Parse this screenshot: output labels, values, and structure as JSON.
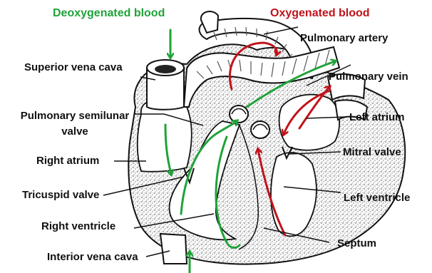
{
  "legend": {
    "deoxygenated": "Deoxygenated blood",
    "oxygenated": "Oxygenated blood"
  },
  "labels": {
    "superior_vena_cava": "Superior vena cava",
    "pulmonary_artery": "Pulmonary artery",
    "pulmonary_vein": "Pulmonary vein",
    "pulmonary_semilunar_valve": "Pulmonary semilunar valve",
    "left_atrium": "Left atrium",
    "right_atrium": "Right atrium",
    "mitral_valve": "Mitral valve",
    "tricuspid_valve": "Tricuspid valve",
    "left_ventricle": "Left ventricle",
    "right_ventricle": "Right ventricle",
    "septum": "Septum",
    "inferior_vena_cava": "Interior vena cava"
  },
  "colors": {
    "deoxygenated": "#1fa33a",
    "oxygenated": "#c0141b",
    "outline": "#111111",
    "tissue": "#9a9a9a"
  }
}
